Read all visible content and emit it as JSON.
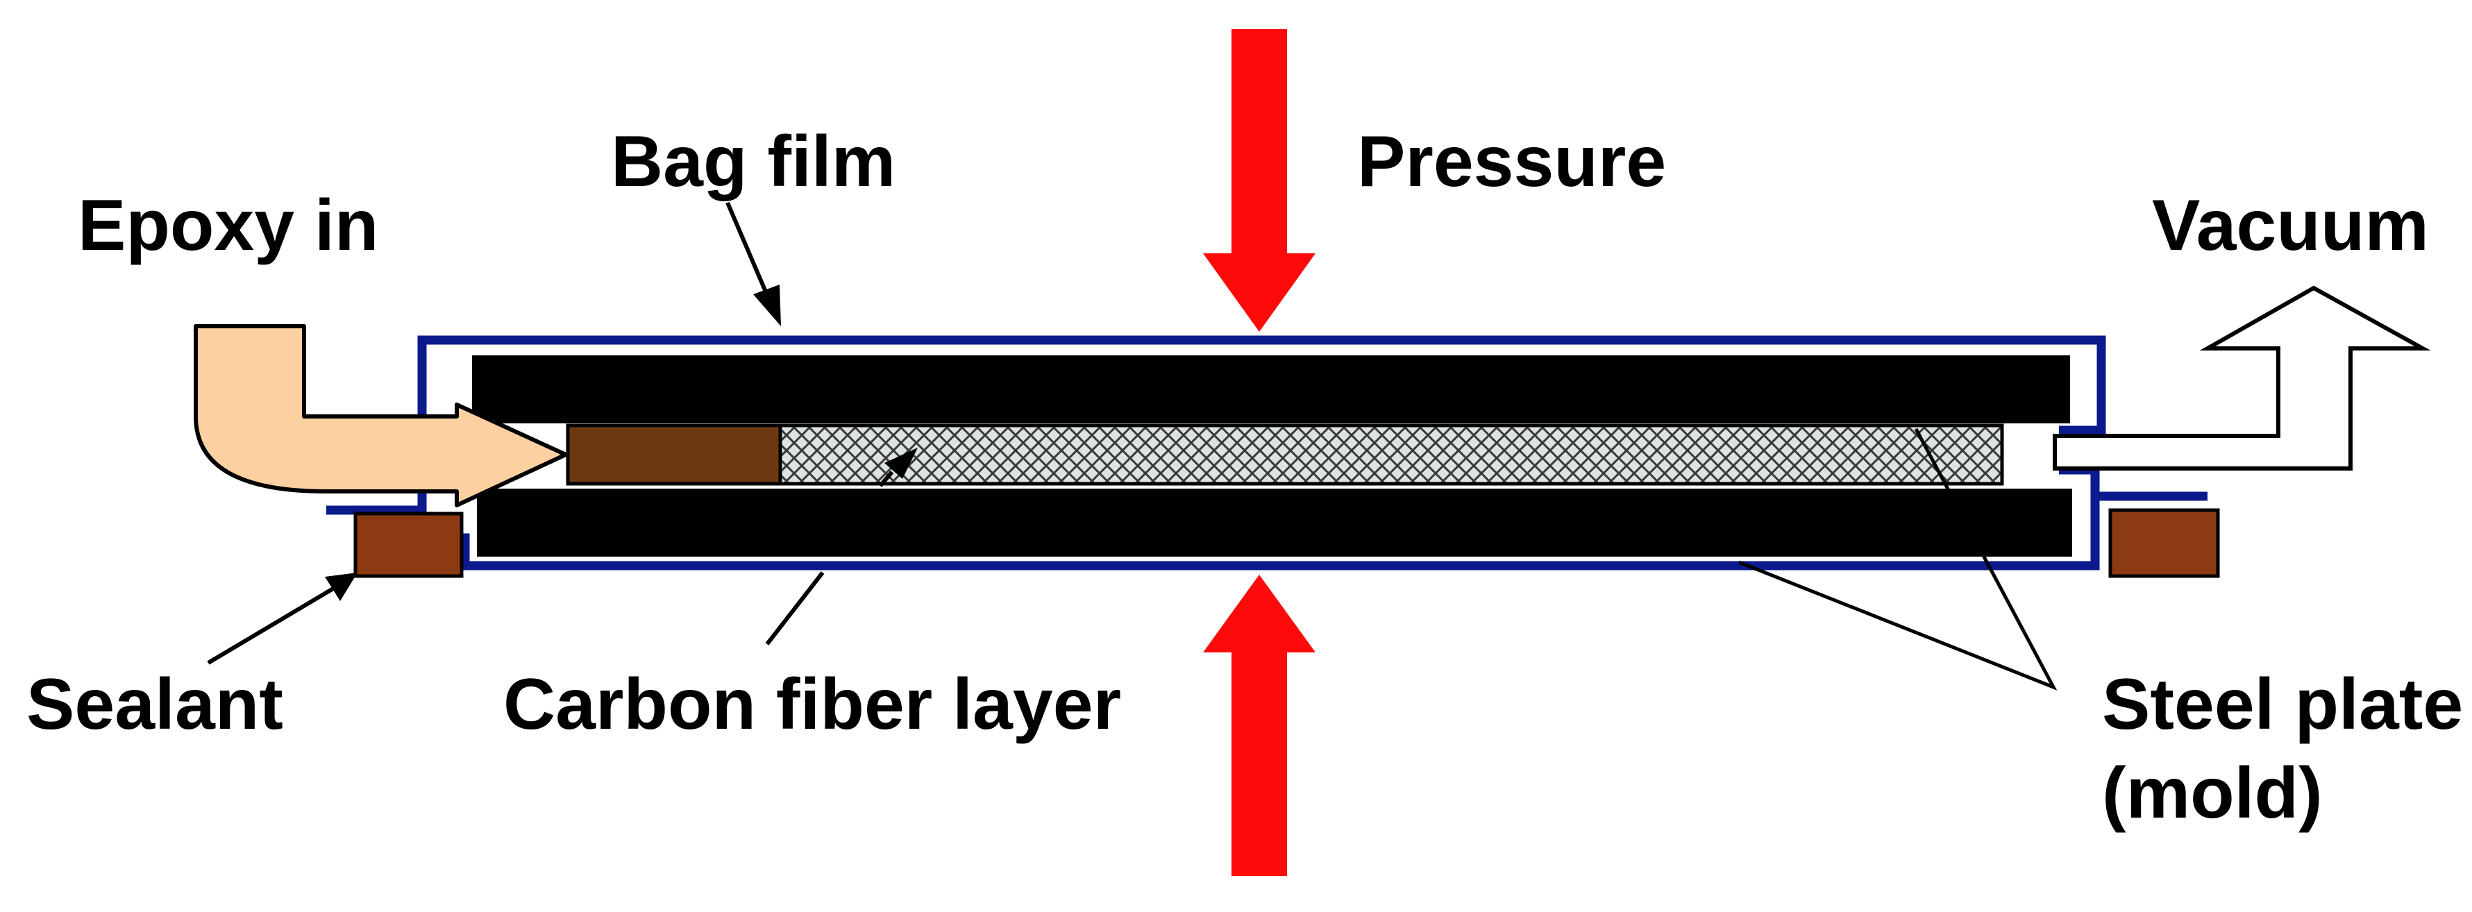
{
  "labels": {
    "epoxy_in": "Epoxy in",
    "bag_film": "Bag film",
    "pressure": "Pressure",
    "vacuum": "Vacuum",
    "sealant": "Sealant",
    "carbon_fiber_layer": "Carbon fiber layer",
    "steel_plate_line1": "Steel plate",
    "steel_plate_line2": "(mold)"
  },
  "colors": {
    "bag_film": "#0b1a8c",
    "steel_plate": "#000000",
    "sealant": "#8b3a12",
    "resin_zone": "#6b3a12",
    "carbon_fiber": "#dde3e3",
    "epoxy_arrow": "#fdd0a2",
    "pressure_arrow": "#ff0a0a",
    "vacuum_arrow": "#ffffff"
  },
  "icons": {
    "epoxy_inlet": "curved-arrow-icon",
    "pressure": "down-arrow-icon",
    "counter_pressure": "up-arrow-icon",
    "vacuum_outlet": "bent-hollow-arrow-icon"
  }
}
